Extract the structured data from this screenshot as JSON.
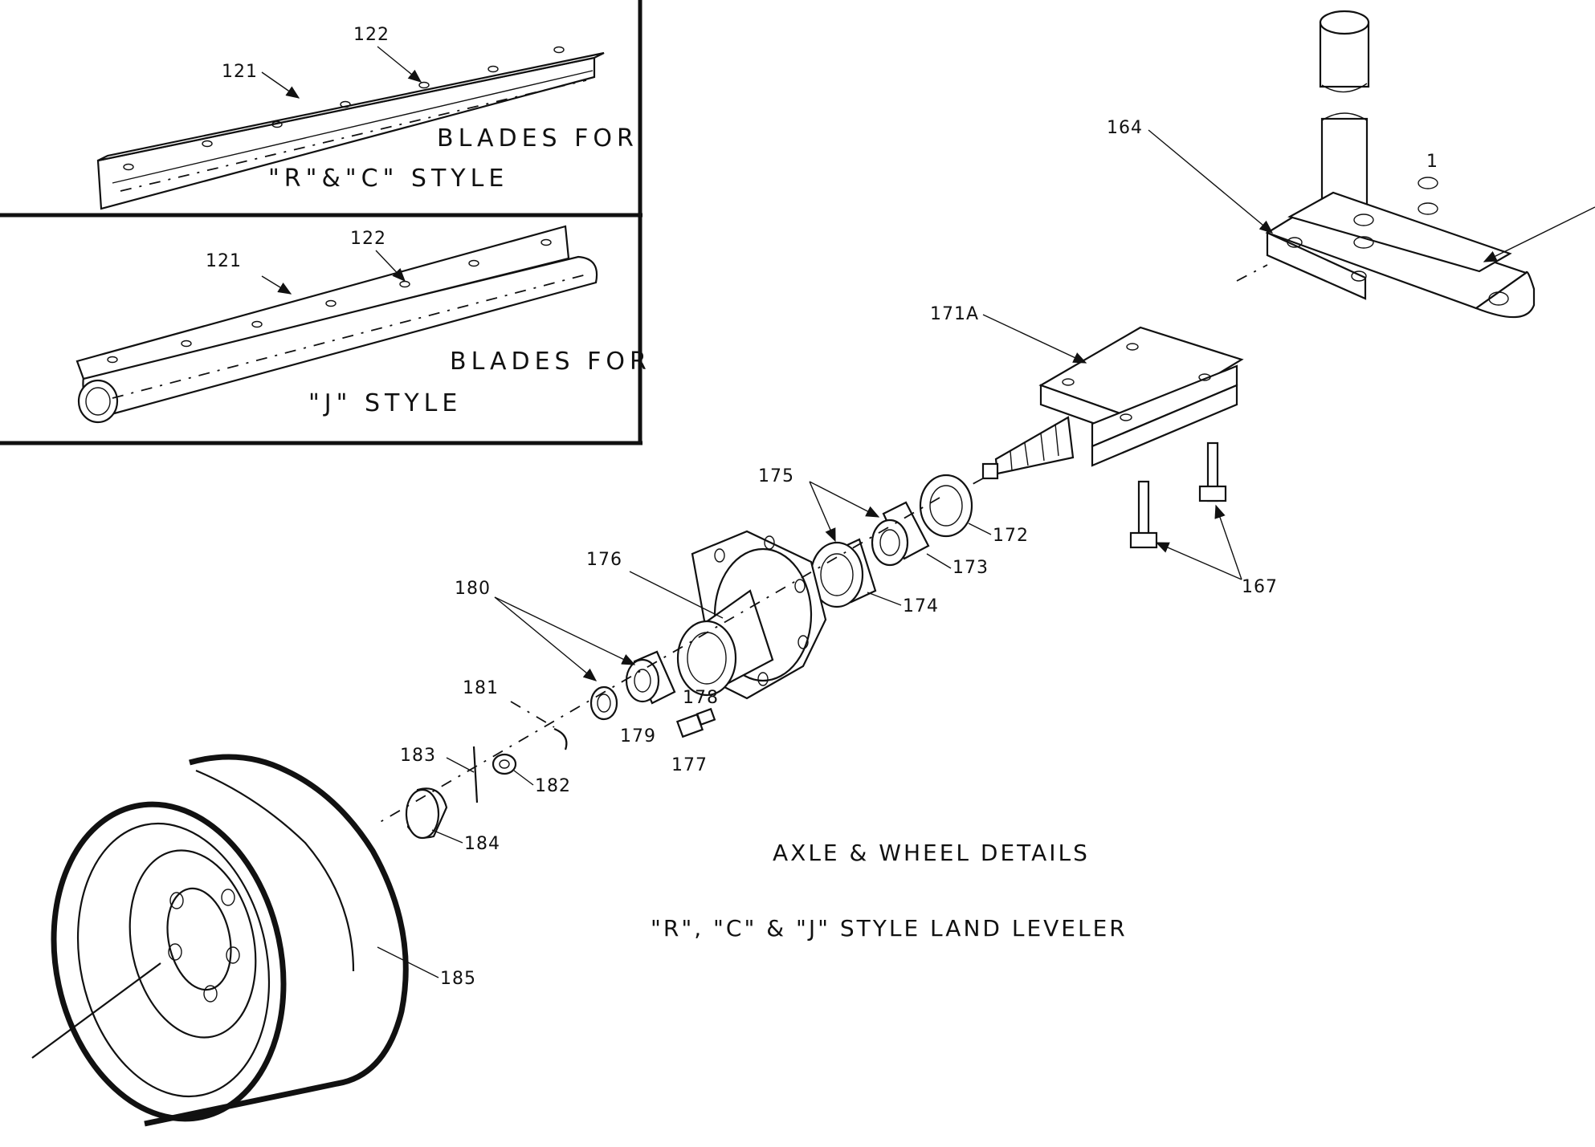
{
  "colors": {
    "ink": "#111111",
    "paper": "#ffffff"
  },
  "insets": {
    "rc": {
      "blade_label": "121",
      "hole_label": "122",
      "line1": "BLADES FOR",
      "line2": "\"R\"&\"C\" STYLE"
    },
    "j": {
      "blade_label": "121",
      "hole_label": "122",
      "line1": "BLADES FOR",
      "line2": "\"J\"   STYLE"
    }
  },
  "callouts": {
    "p164": "164",
    "p171a": "171A",
    "p167": "167",
    "p172": "172",
    "p173": "173",
    "p174": "174",
    "p175": "175",
    "p176": "176",
    "p177": "177",
    "p178": "178",
    "p179": "179",
    "p180": "180",
    "p181": "181",
    "p182": "182",
    "p183": "183",
    "p184": "184",
    "p185": "185",
    "p_top": "1"
  },
  "caption": {
    "line1": "AXLE & WHEEL DETAILS",
    "line2": "\"R\", \"C\" & \"J\" STYLE LAND LEVELER"
  }
}
